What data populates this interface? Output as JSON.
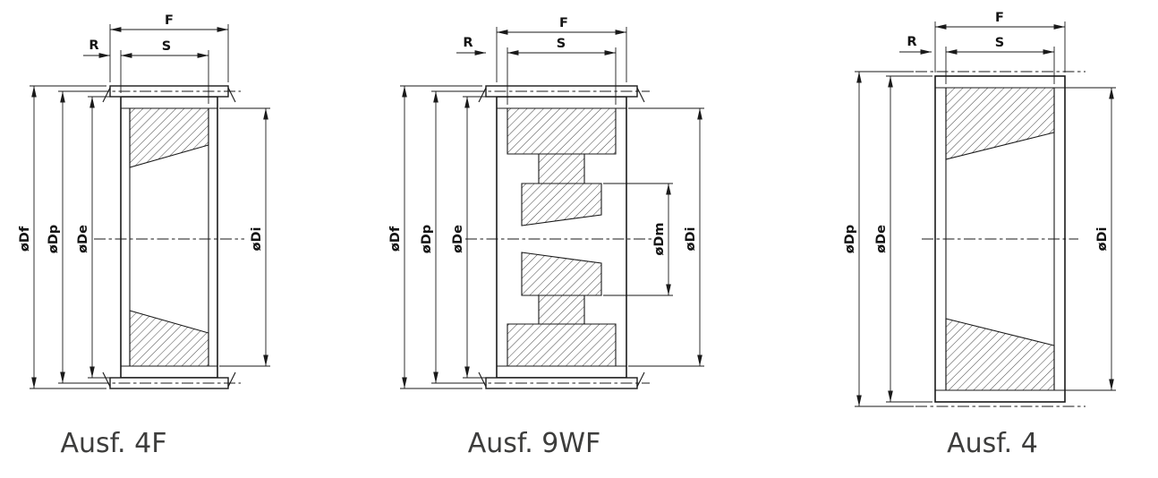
{
  "colors": {
    "line": "#1a1a1a",
    "caption_text": "#3d3d3c",
    "background": "#ffffff"
  },
  "drawings": [
    {
      "title": "Ausf. 4F",
      "dims": {
        "f": "F",
        "s": "S",
        "r": "R",
        "df": "øDf",
        "dp": "øDp",
        "de": "øDe",
        "di": "øDi"
      }
    },
    {
      "title": "Ausf. 9WF",
      "dims": {
        "f": "F",
        "s": "S",
        "r": "R",
        "df": "øDf",
        "dp": "øDp",
        "de": "øDe",
        "dm": "øDm",
        "di": "øDi"
      }
    },
    {
      "title": "Ausf. 4",
      "dims": {
        "f": "F",
        "s": "S",
        "r": "R",
        "dp": "øDp",
        "de": "øDe",
        "di": "øDi"
      }
    }
  ]
}
